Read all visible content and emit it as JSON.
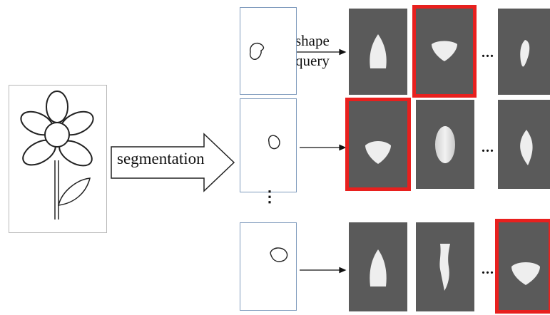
{
  "labels": {
    "segmentation": "segmentation",
    "shape": "shape",
    "query": "query",
    "ellipsis": "...",
    "vertical_dots": "⋮"
  },
  "rows": [
    {
      "query": "petal-outline",
      "results": [
        "petal-pointed",
        "petal-fan",
        "petal-narrow"
      ],
      "selected_index": 1
    },
    {
      "query": "petal-outline",
      "results": [
        "petal-fan",
        "petal-oval",
        "petal-pointed"
      ],
      "selected_index": 0
    },
    {
      "query": "petal-outline",
      "results": [
        "petal-pointed",
        "petal-twisted",
        "petal-fan"
      ],
      "selected_index": 2
    }
  ],
  "colors": {
    "selection": "#e8201e",
    "tile": "#5a5a5a",
    "petal": "#eeeeee",
    "segment_border": "#7f9bbd"
  }
}
